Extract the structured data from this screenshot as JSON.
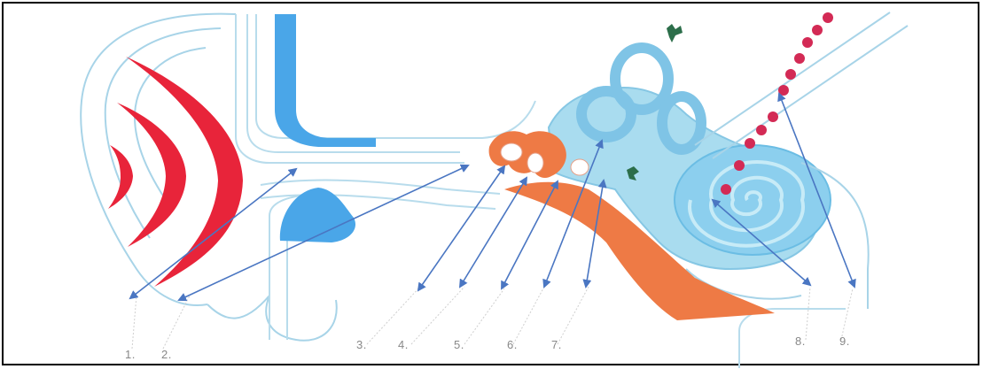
{
  "labels": {
    "n1": "1.",
    "n2": "2.",
    "n3": "3.",
    "n4": "4.",
    "n5": "5.",
    "n6": "6.",
    "n7": "7.",
    "n8": "8.",
    "n9": "9."
  },
  "colors": {
    "outline": "#a8d4e8",
    "canal_blue": "#4aa6e8",
    "inner_fill": "#a9dcef",
    "cochlea_fill": "#8ccfee",
    "bones": "#ee7a45",
    "waves": "#e8243a",
    "dots": "#d32a55",
    "arrow": "#4a76c2",
    "border": "#000000"
  }
}
